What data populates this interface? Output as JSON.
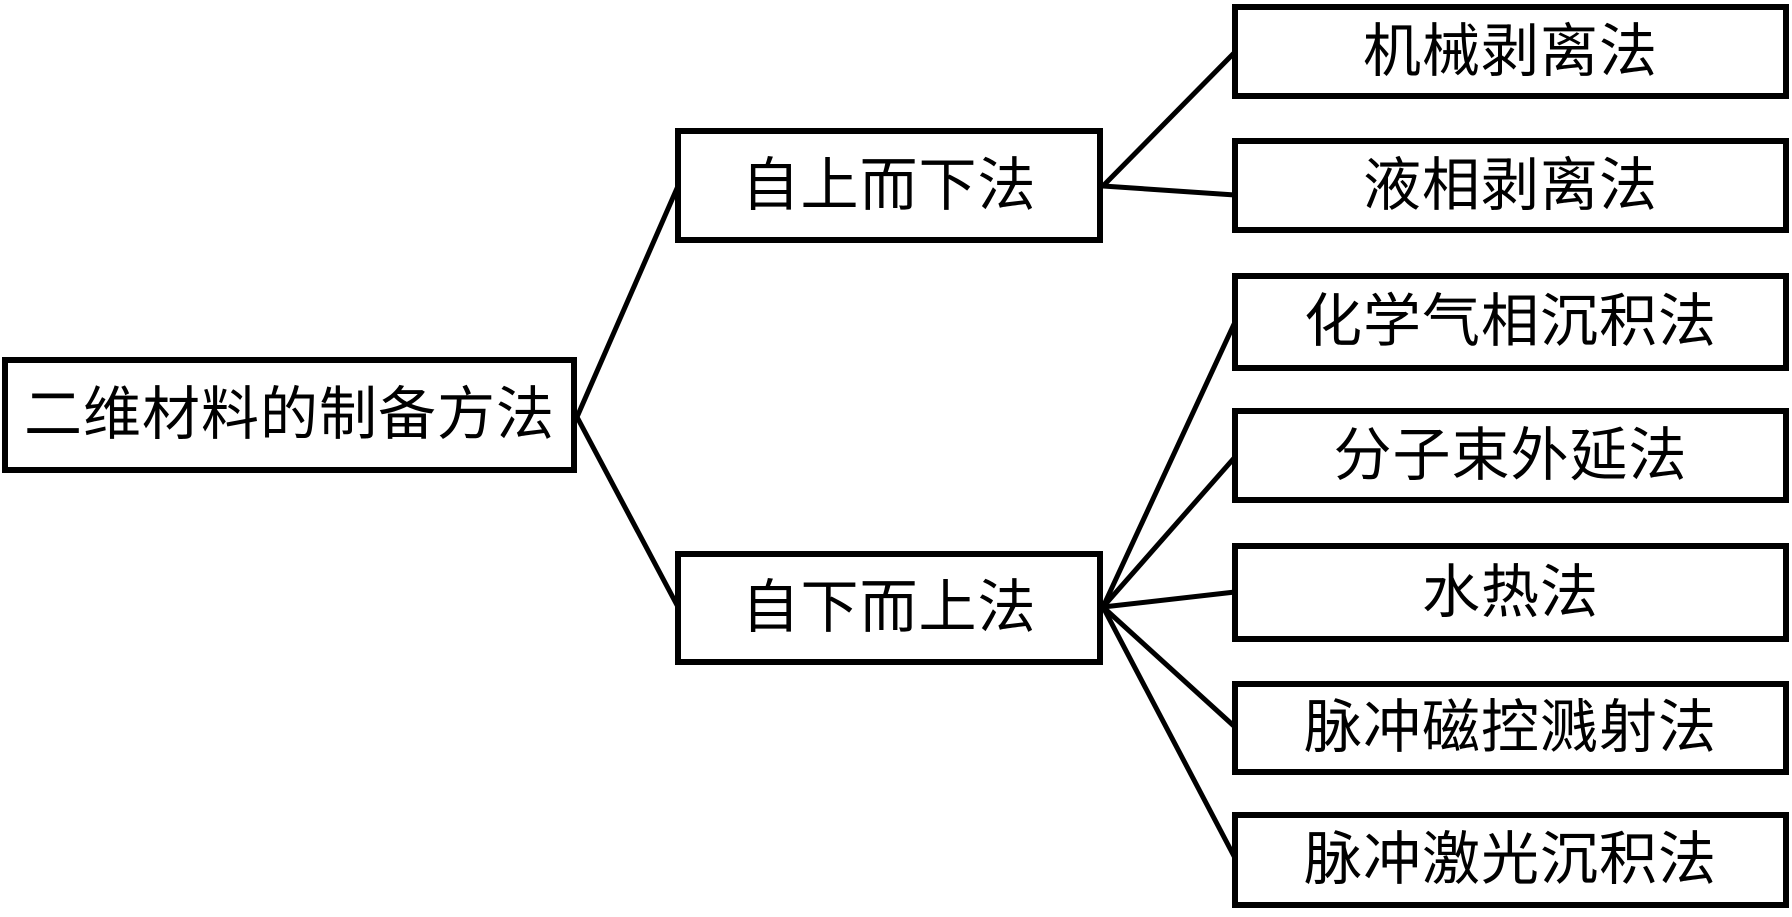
{
  "diagram": {
    "type": "tree",
    "direction": "left-to-right",
    "colors": {
      "background": "#ffffff",
      "box_border": "#000000",
      "text": "#000000",
      "line": "#000000"
    },
    "root": {
      "label": "二维材料的制备方法"
    },
    "branches": [
      {
        "label": "自上而下法",
        "children": [
          {
            "label": "机械剥离法"
          },
          {
            "label": "液相剥离法"
          }
        ]
      },
      {
        "label": "自下而上法",
        "children": [
          {
            "label": "化学气相沉积法"
          },
          {
            "label": "分子束外延法"
          },
          {
            "label": "水热法"
          },
          {
            "label": "脉冲磁控溅射法"
          },
          {
            "label": "脉冲激光沉积法"
          }
        ]
      }
    ]
  }
}
